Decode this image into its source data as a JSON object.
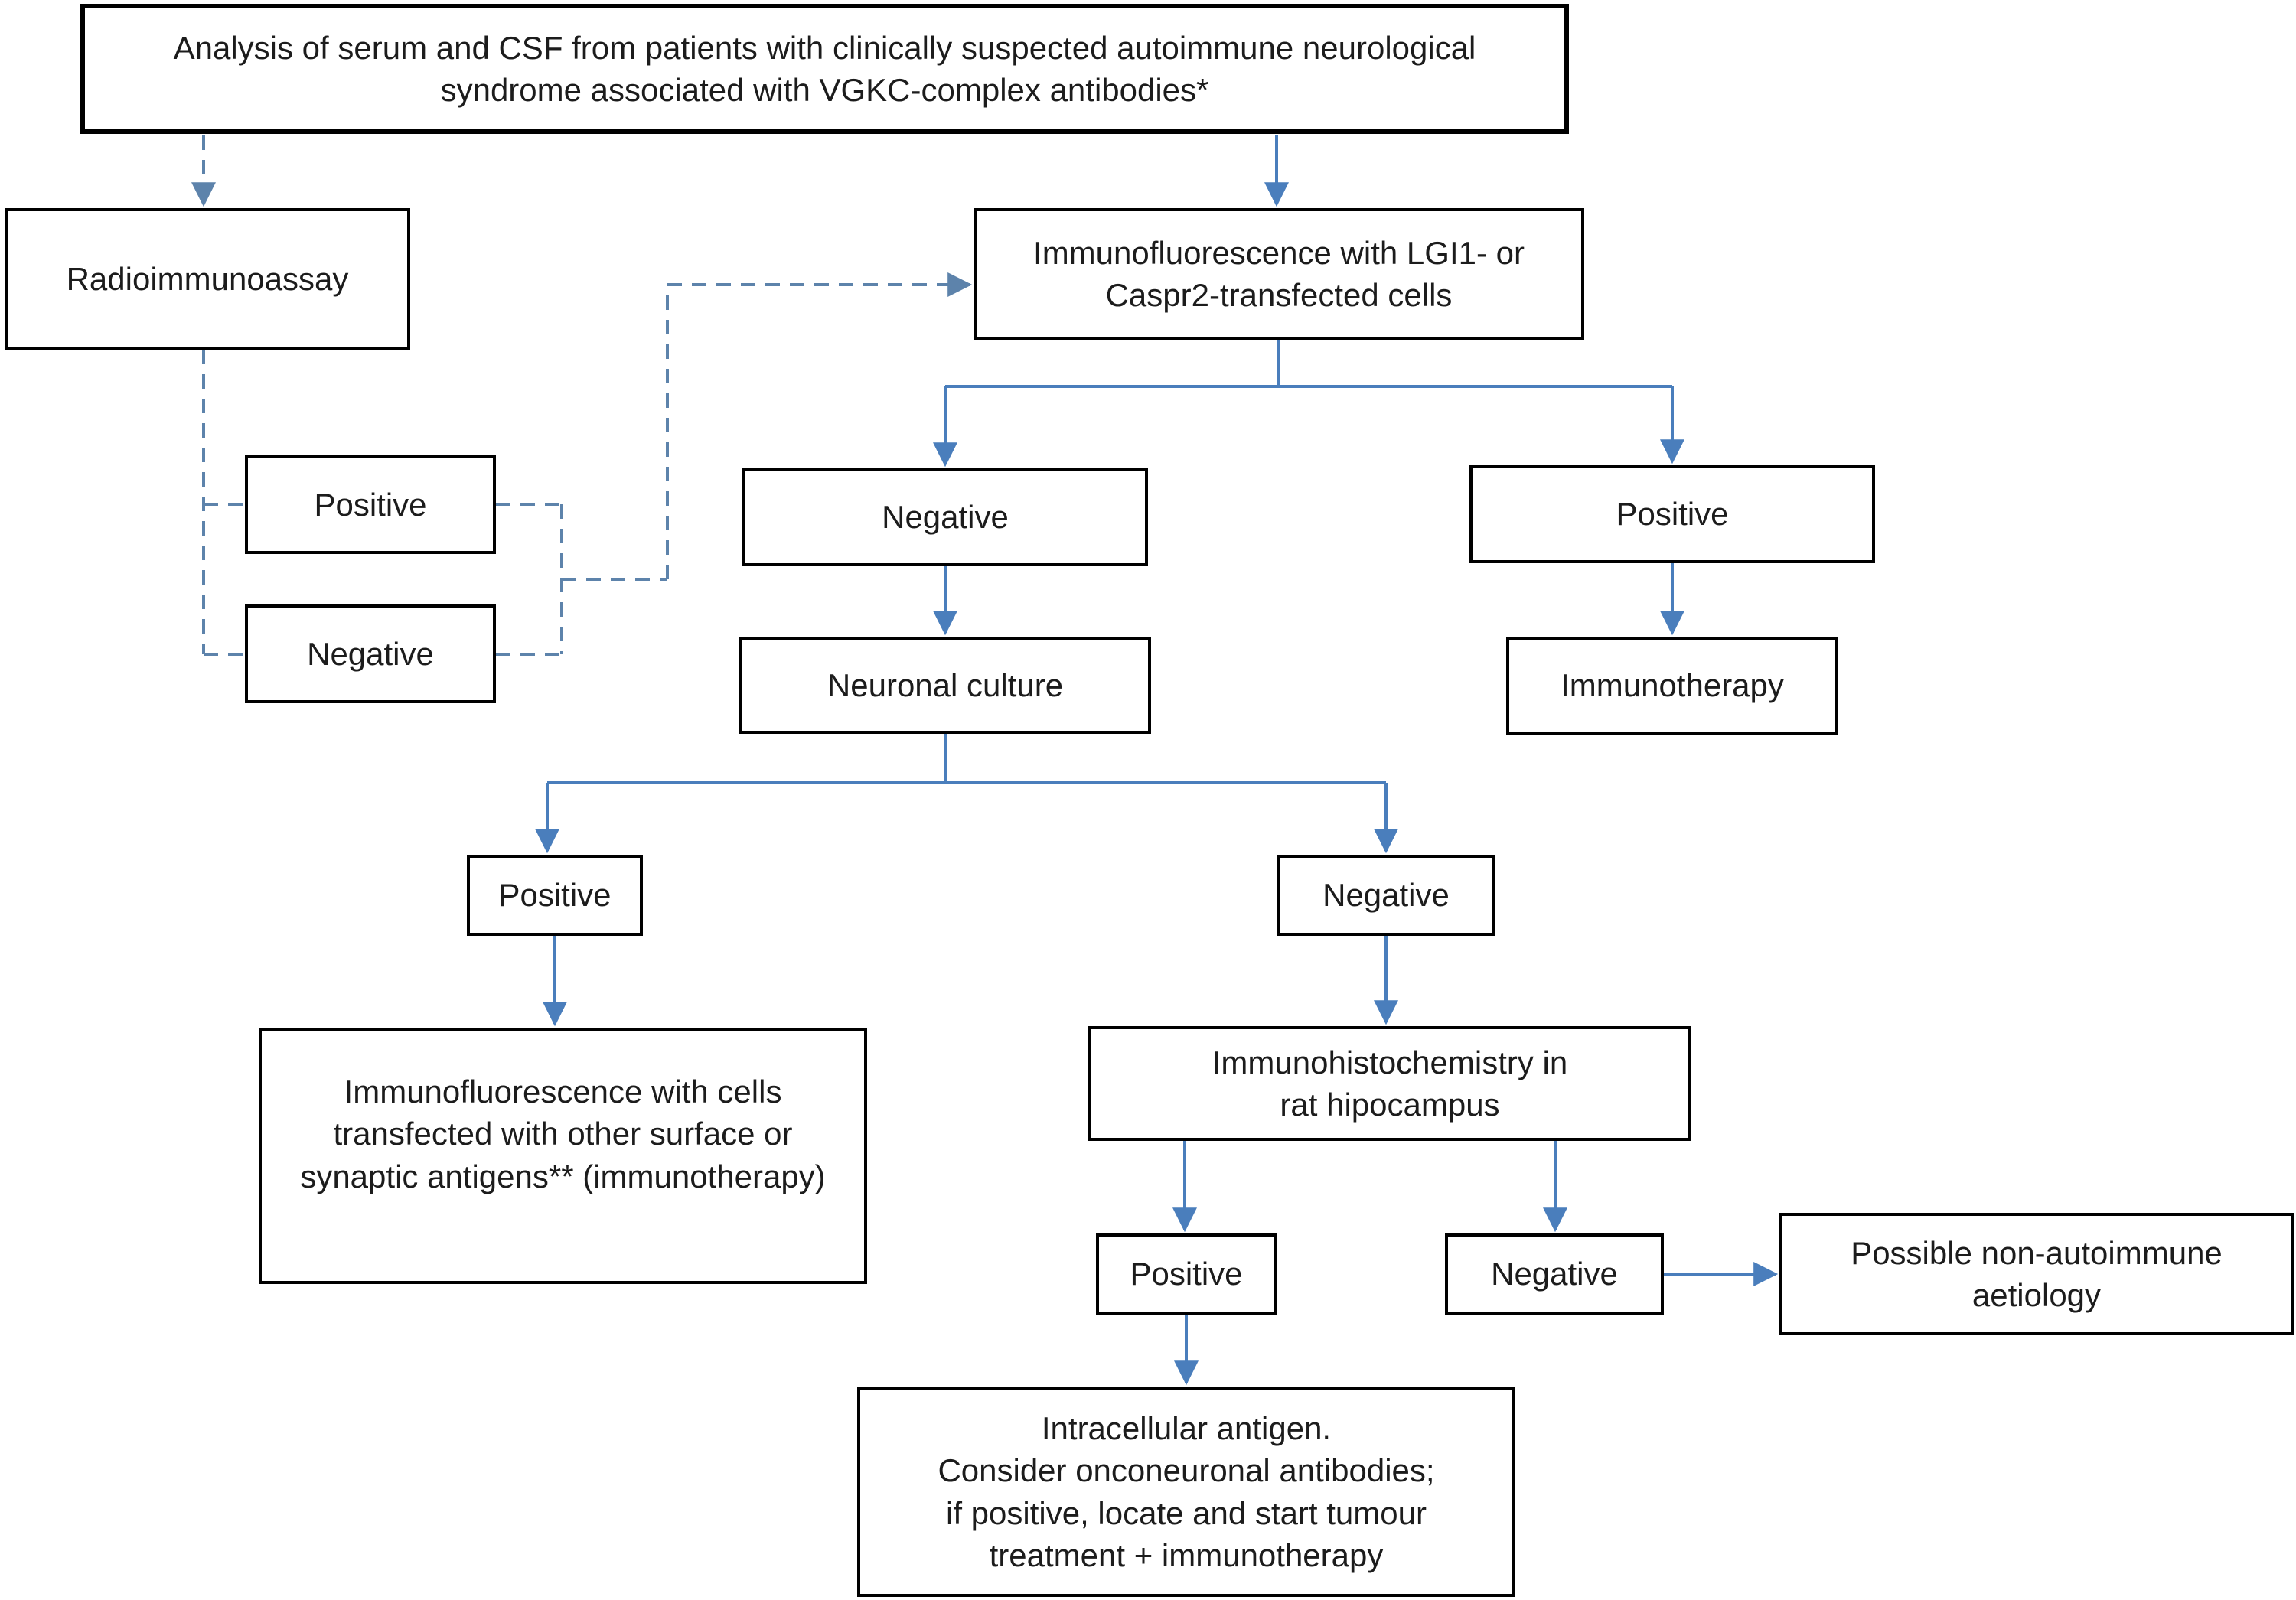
{
  "figure": {
    "type": "flowchart",
    "title": "Diagnostic flowchart for VGKC-complex antibody associated autoimmune neurological syndrome"
  },
  "colors": {
    "connector_solid": "#4a7ebc",
    "connector_dashed": "#5d83ab",
    "box_border": "#000000",
    "text": "#1c1c1c",
    "background": "#ffffff"
  },
  "nodes": {
    "analysis": {
      "label": "Analysis of serum and CSF from patients with clinically suspected autoimmune neurological\nsyndrome associated with VGKC-complex antibodies*"
    },
    "radioimmunoassay": {
      "label": "Radioimmunoassay"
    },
    "ria_positive": {
      "label": "Positive"
    },
    "ria_negative": {
      "label": "Negative"
    },
    "immunofluorescence": {
      "label": "Immunofluorescence with LGI1- or\nCaspr2-transfected cells"
    },
    "if_negative": {
      "label": "Negative"
    },
    "if_positive": {
      "label": "Positive"
    },
    "neuronal_culture": {
      "label": "Neuronal culture"
    },
    "immunotherapy": {
      "label": "Immunotherapy"
    },
    "nc_positive": {
      "label": "Positive"
    },
    "nc_negative": {
      "label": "Negative"
    },
    "if_cells_other": {
      "label": "Immunofluorescence with cells\ntransfected with other surface or\nsynaptic antigens** (immunotherapy)"
    },
    "immunohistochemistry": {
      "label": "Immunohistochemistry in\nrat hipocampus"
    },
    "ihc_positive": {
      "label": "Positive"
    },
    "ihc_negative": {
      "label": "Negative"
    },
    "non_autoimmune": {
      "label": "Possible non-autoimmune\naetiology"
    },
    "intracellular": {
      "label": "Intracellular antigen.\nConsider onconeuronal antibodies;\nif positive, locate and start tumour\ntreatment + immunotherapy"
    }
  }
}
